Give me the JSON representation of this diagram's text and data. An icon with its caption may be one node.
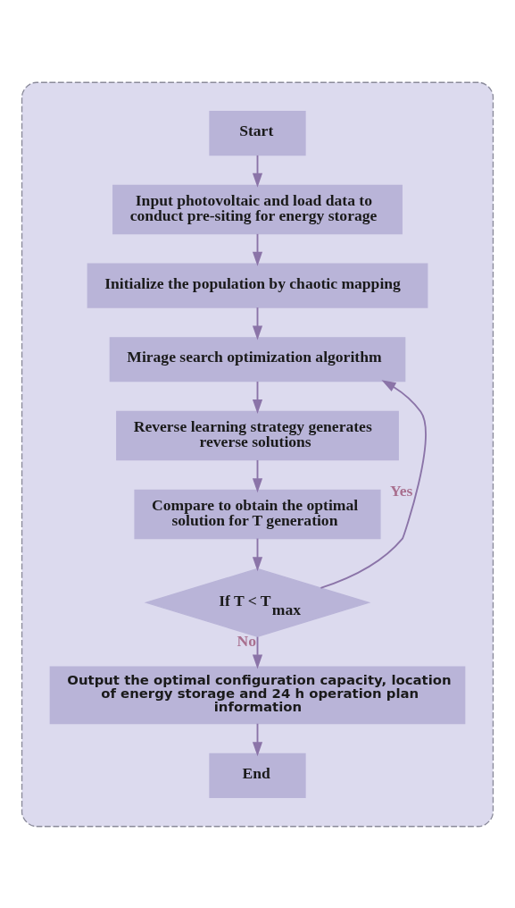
{
  "diagram": {
    "nodes": [
      {
        "text": [],
        "shape": "box"
      },
      {
        "text": [
          "Start"
        ],
        "in": 0
      },
      {
        "text": [
          "Input photovoltaic and load data to conduct pre-siting for energy storage"
        ],
        "in": 0
      },
      {
        "text": [
          "Initialize the population by chaotic mapping"
        ],
        "in": 0
      },
      {
        "text": [
          "Mirage search optimization algorithm"
        ],
        "in": 0
      },
      {
        "text": [
          "Reverse learning strategy generates reverse solutions"
        ],
        "in": 0
      },
      {
        "text": [
          "Compare to obtain the optimal solution for T generation"
        ],
        "in": 0
      },
      {
        "text": [
          "If T < T$_{max}$"
        ],
        "in": 0
      },
      {
        "text": [
          "Output the optimal configuration capacity, location of energy storage and 24 h operation plan information"
        ],
        "in": 0
      },
      {
        "text": [
          "End"
        ],
        "in": 0
      }
    ],
    "edges": [
      {
        "from": 1,
        "to": 2,
        "arrow": "to"
      },
      {
        "from": 2,
        "to": 3,
        "arrow": "to"
      },
      {
        "from": 3,
        "to": 4,
        "arrow": "to"
      },
      {
        "from": 4,
        "to": 5,
        "arrow": "to"
      },
      {
        "from": 5,
        "to": 6,
        "arrow": "to"
      },
      {
        "from": 6,
        "to": 7,
        "arrow": "to"
      },
      {
        "from": 7,
        "to": 4,
        "arrow": "to",
        "label": "Yes"
      },
      {
        "from": 7,
        "to": 8,
        "arrow": "to",
        "label": "No"
      },
      {
        "from": 8,
        "to": 9,
        "arrow": "to"
      }
    ]
  }
}
